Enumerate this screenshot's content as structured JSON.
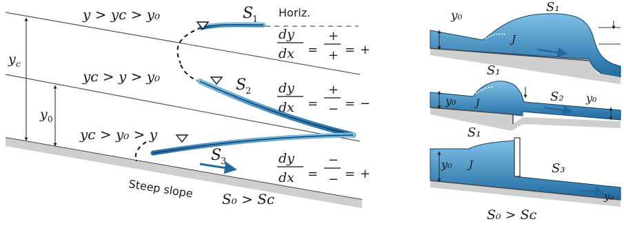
{
  "left_diagram": {
    "conditions": {
      "s1": "y > yᴄ > y₀",
      "s2": "yᴄ > y > y₀",
      "s3": "yᴄ > y₀ > y"
    },
    "curve_labels": {
      "s1": "S",
      "s2": "S",
      "s3": "S",
      "sub1": "1",
      "sub2": "2",
      "sub3": "3"
    },
    "horiz_label": "Horiz.",
    "depth_labels": {
      "yc": "y",
      "yc_sub": "c",
      "y0": "y",
      "y0_sub": "0"
    },
    "derivatives": {
      "dy": "dy",
      "dx": "dx",
      "s1_num": "+",
      "s1_den": "+",
      "s1_result": "+",
      "s2_num": "+",
      "s2_den": "−",
      "s2_result": "−",
      "s3_num": "−",
      "s3_den": "−",
      "s3_result": "+"
    },
    "slope_label": "Steep slope",
    "slope_condition": "S₀ > Sᴄ"
  },
  "right_diagram": {
    "panel1": {
      "y0": "y₀",
      "s1": "S₁",
      "jump": "J"
    },
    "panel2": {
      "y0_left": "y₀",
      "s1": "S₁",
      "jump": "J",
      "s2": "S₂",
      "y0_right": "y₀"
    },
    "panel3": {
      "s1": "S₁",
      "y0": "y₀",
      "jump": "J",
      "s3": "S₃",
      "y0_right": "y₀"
    },
    "slope_condition": "S₀ > Sᴄ"
  },
  "colors": {
    "water": "#2a7ab0",
    "water_light": "#5aa7d6",
    "line": "#333333",
    "ground": "#c8c8c8",
    "arrow": "#1f6aa1"
  }
}
